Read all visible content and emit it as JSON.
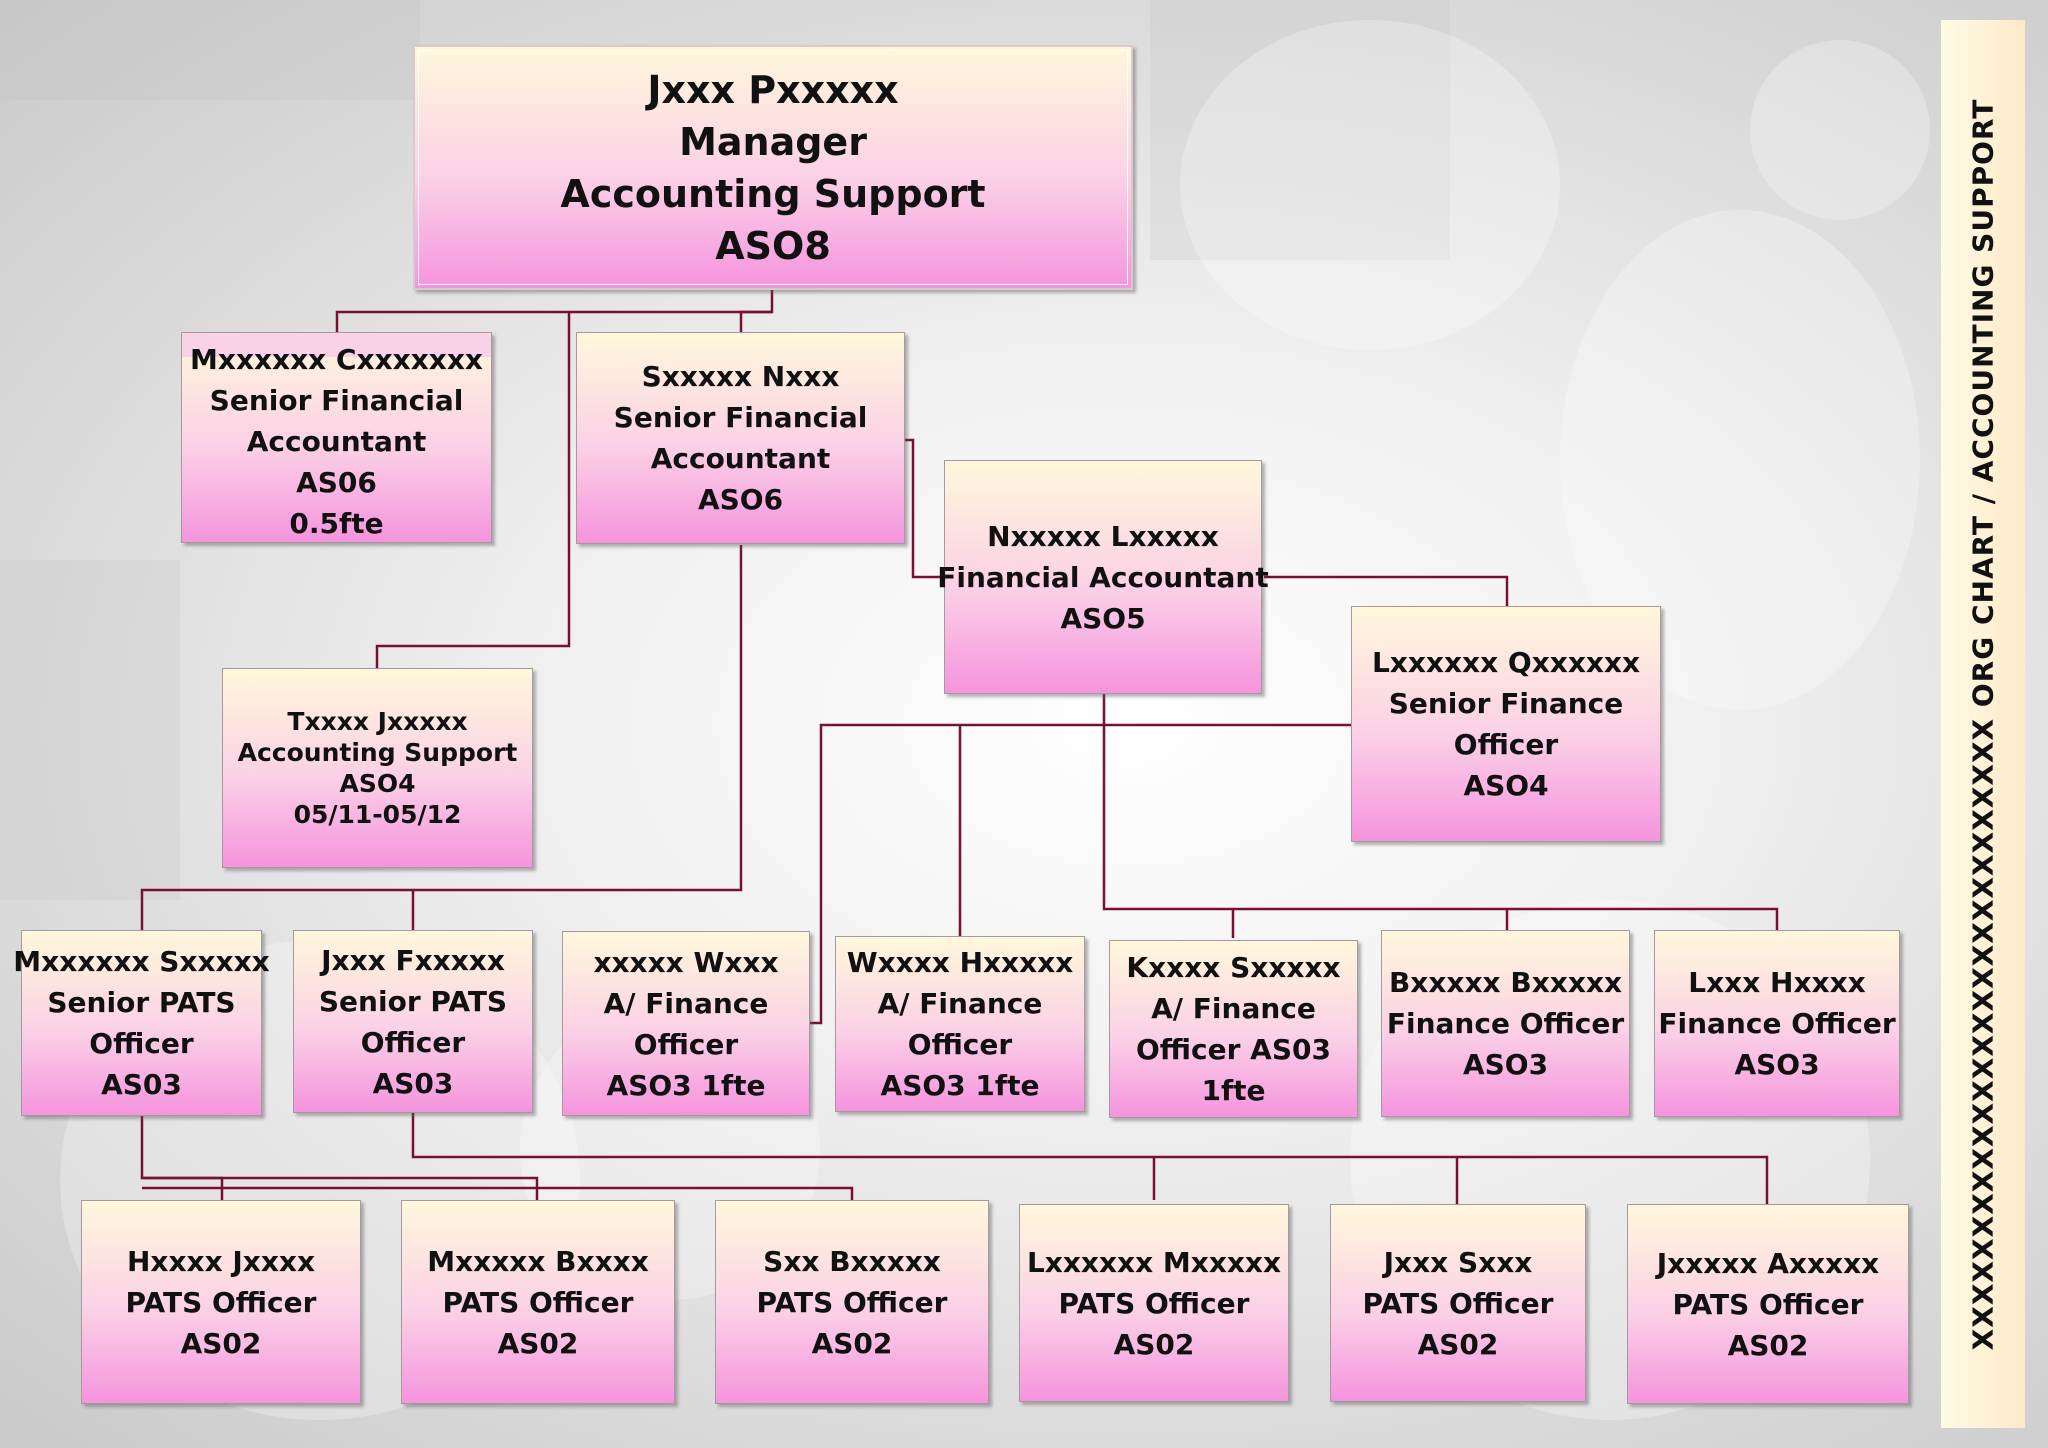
{
  "side_title": "XXXXXXXXXXXXXXXXXXXXXXXXXXXX  ORG CHART  /  ACCOUNTING SUPPORT",
  "nodes": {
    "manager": [
      "Jxxx Pxxxxx",
      "Manager",
      "Accounting Support",
      "ASO8"
    ],
    "sfa_mc": [
      "Mxxxxxx Cxxxxxxx",
      "Senior Financial",
      "Accountant",
      "AS06",
      "0.5fte"
    ],
    "sfa_sn": [
      "Sxxxxx Nxxx",
      "Senior Financial",
      "Accountant",
      "ASO6"
    ],
    "fa_nl": [
      "Nxxxxx Lxxxxx",
      "Financial Accountant",
      "ASO5"
    ],
    "sfo_lq": [
      "Lxxxxxx Qxxxxxx",
      "Senior Finance",
      "Officer",
      "ASO4"
    ],
    "as_tj": [
      "Txxxx Jxxxxx",
      "Accounting Support",
      "ASO4",
      "05/11-05/12"
    ],
    "spats_ms": [
      "Mxxxxxx Sxxxxx",
      "Senior PATS",
      "Officer",
      "AS03"
    ],
    "spats_jf": [
      "Jxxx Fxxxxx",
      "Senior PATS",
      "Officer",
      "AS03"
    ],
    "afo_xw": [
      "xxxxx Wxxx",
      "A/ Finance",
      "Officer",
      "ASO3 1fte"
    ],
    "afo_wh": [
      "Wxxxx Hxxxxx",
      "A/ Finance",
      "Officer",
      "ASO3 1fte"
    ],
    "afo_ks": [
      "Kxxxx Sxxxxx",
      "A/ Finance",
      "Officer AS03",
      "1fte"
    ],
    "fo_bb": [
      "Bxxxxx Bxxxxx",
      "Finance Officer",
      "ASO3"
    ],
    "fo_lh": [
      "Lxxx Hxxxx",
      "Finance Officer",
      "ASO3"
    ],
    "pats_hj": [
      "Hxxxx Jxxxx",
      "PATS Officer",
      "AS02"
    ],
    "pats_mb": [
      "Mxxxxx Bxxxx",
      "PATS Officer",
      "AS02"
    ],
    "pats_sb": [
      "Sxx Bxxxxx",
      "PATS Officer",
      "AS02"
    ],
    "pats_lm": [
      "Lxxxxxx Mxxxxx",
      "PATS Officer",
      "AS02"
    ],
    "pats_js": [
      "Jxxx Sxxx",
      "PATS Officer",
      "AS02"
    ],
    "pats_ja": [
      "Jxxxxx Axxxxx",
      "PATS Officer",
      "AS02"
    ]
  }
}
